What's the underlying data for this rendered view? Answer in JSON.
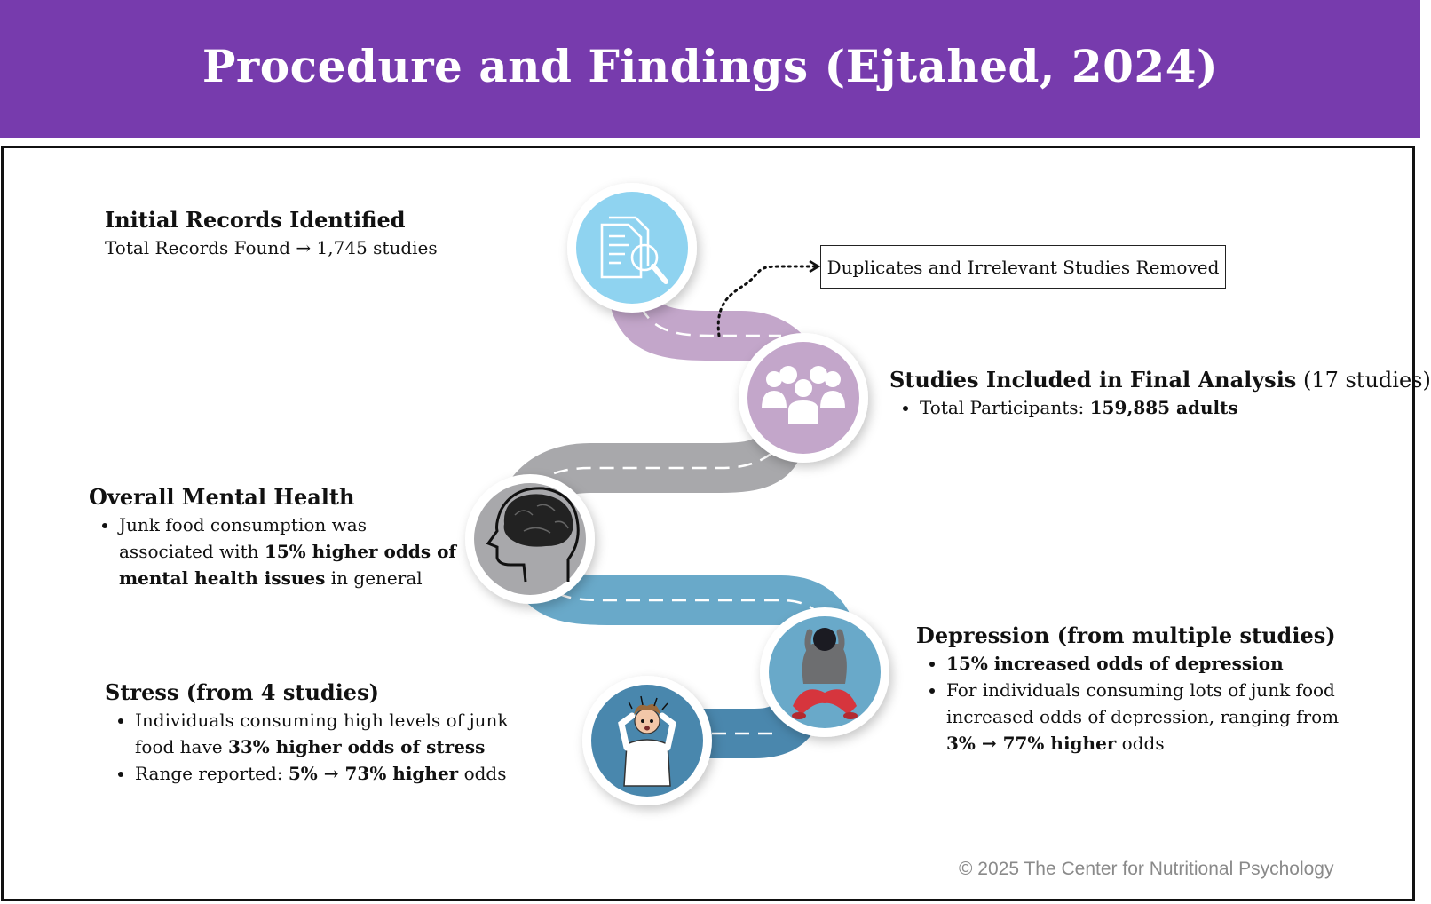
{
  "header": {
    "title": "Procedure and Findings (Ejtahed, 2024)"
  },
  "steps": {
    "initial": {
      "title": "Initial Records Identified",
      "line_prefix": "Total Records Found",
      "arrow": "→",
      "line_suffix": "1,745 studies"
    },
    "removed": {
      "label": "Duplicates and Irrelevant Studies Removed"
    },
    "included": {
      "title_main": "Studies Included in Final Analysis",
      "title_paren": " (17 studies)",
      "participants_prefix": "Total Participants: ",
      "participants_value": "159,885 adults"
    },
    "mental": {
      "title": "Overall Mental Health",
      "text_a": "Junk food consumption was associated with ",
      "text_bold": "15% higher odds of mental health issues",
      "text_b": " in general"
    },
    "depression": {
      "title": "Depression (from multiple studies)",
      "bullet1": "15% increased odds of depression",
      "bullet2_text": "For individuals consuming lots of junk food increased odds of depression, ranging from ",
      "bullet2_bold": "3% → 77% higher",
      "bullet2_end": " odds"
    },
    "stress": {
      "title": "Stress (from 4 studies)",
      "bullet1_text": "Individuals consuming high levels of junk food have ",
      "bullet1_bold": "33% higher odds of stress",
      "bullet2_text": "Range reported: ",
      "bullet2_bold": "5% → 73% higher",
      "bullet2_end": " odds"
    }
  },
  "icons": [
    "document-search-icon",
    "group-people-icon",
    "brain-head-icon",
    "depressed-person-icon",
    "stressed-person-icon"
  ],
  "colors": {
    "header_bg": "#773bad",
    "step1": "#8fd3f0",
    "step2": "#c3a6ca",
    "step3": "#a8a8ab",
    "step4": "#69a9c9",
    "step5": "#4a87ad"
  },
  "footer": {
    "copyright": "© 2025 The Center for Nutritional Psychology"
  }
}
